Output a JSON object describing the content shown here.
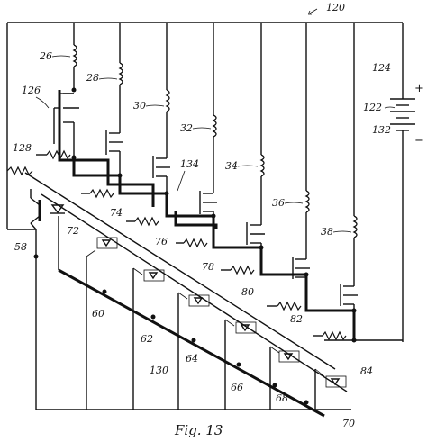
{
  "figure": {
    "caption": "Fig. 13",
    "battery_plus": "+",
    "battery_minus": "−"
  },
  "labels": {
    "l120": "120",
    "l124": "124",
    "l122": "122",
    "l132": "132",
    "l26": "26",
    "l126": "126",
    "l128": "128",
    "l58": "58",
    "l72": "72",
    "l28": "28",
    "l30": "30",
    "l32": "32",
    "l34": "34",
    "l36": "36",
    "l38": "38",
    "l134": "134",
    "l74": "74",
    "l76": "76",
    "l78": "78",
    "l80": "80",
    "l82": "82",
    "l84": "84",
    "l60": "60",
    "l62": "62",
    "l64": "64",
    "l66": "66",
    "l68": "68",
    "l70": "70",
    "l130": "130"
  }
}
